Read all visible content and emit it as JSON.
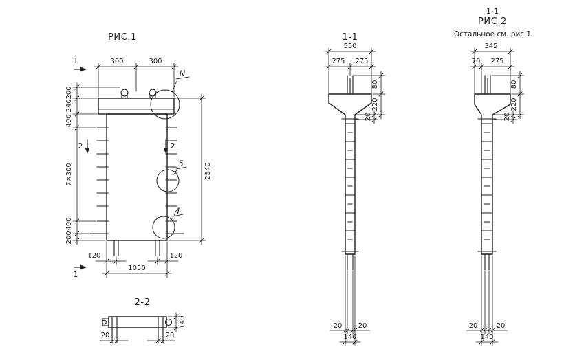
{
  "page": {
    "background": "#ffffff",
    "ink": "#1c1c1c"
  },
  "fig1": {
    "title": "РИС.1",
    "dim_top_left": "300",
    "dim_top_right": "300",
    "label_n": "N",
    "chain_200_top": "200",
    "chain_240": "240",
    "chain_400_top": "400",
    "chain_7x300": "7×300",
    "chain_400_bot": "400",
    "chain_200_bot": "200",
    "dim_overall": "2540",
    "section1": "1",
    "section2": "2",
    "detail5": "5",
    "detail4": "4",
    "dim_120_left": "120",
    "dim_1050": "1050",
    "dim_120_right": "120"
  },
  "sec22": {
    "title": "2-2",
    "dim_20_left": "20",
    "dim_20_right": "20",
    "dim_140": "140"
  },
  "sec11": {
    "title": "1-1",
    "dim_550": "550",
    "dim_275_left": "275",
    "dim_275_right": "275",
    "dim_80": "80",
    "dim_220": "220",
    "dim_20": "20",
    "dim_bot_20_left": "20",
    "dim_bot_20_right": "20",
    "dim_bot_140": "140"
  },
  "fig2": {
    "header_section": "1-1",
    "title": "РИС.2",
    "note": "Остальное см. рис 1",
    "dim_345": "345",
    "dim_70": "70",
    "dim_275": "275",
    "dim_80": "80",
    "dim_220": "220",
    "dim_20": "20",
    "dim_bot_20_left": "20",
    "dim_bot_20_right": "20",
    "dim_bot_140": "140"
  }
}
